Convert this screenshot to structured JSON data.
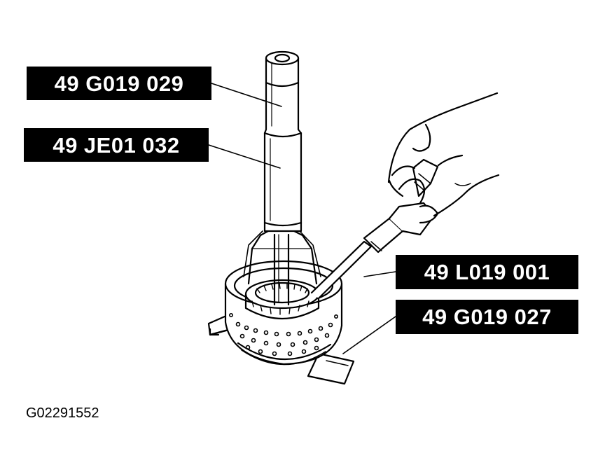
{
  "callouts": [
    {
      "id": "tool-1",
      "text": "49 G019 029"
    },
    {
      "id": "tool-2",
      "text": "49 JE01 032"
    },
    {
      "id": "tool-3",
      "text": "49 L019 001"
    },
    {
      "id": "tool-4",
      "text": "49 G019 027"
    }
  ],
  "figure_code": "G02291552"
}
